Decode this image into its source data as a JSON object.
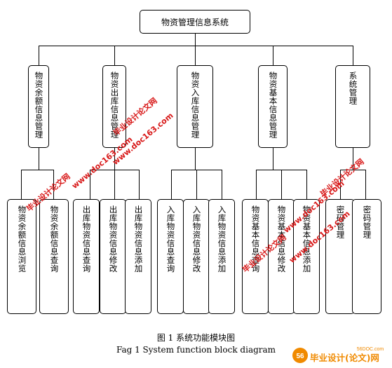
{
  "root": "物资管理信息系统",
  "modules": [
    {
      "label": "物资余额信息管理",
      "children": [
        "物资余额信息浏览",
        "物资余额信息查询"
      ]
    },
    {
      "label": "物资出库信息管理",
      "children": [
        "出库物资信息查询",
        "出库物资信息修改",
        "出库物资信息添加"
      ]
    },
    {
      "label": "物资入库信息管理",
      "children": [
        "入库物资信息查询",
        "入库物资信息修改",
        "入库物资信息添加"
      ]
    },
    {
      "label": "物资基本信息管理",
      "children": [
        "物资基本信息查询",
        "物资基本信息修改",
        "物资基本信息添加"
      ]
    },
    {
      "label": "系统管理",
      "children": [
        "密码管理",
        "密码管理"
      ]
    }
  ],
  "caption_cn": "图 1 系统功能模块图",
  "caption_en": "Fag 1 System function block diagram",
  "watermarks": {
    "w1": "毕业设计论文网",
    "w2": "www.doc163.com",
    "w3": "毕业设计论文网",
    "w4": "www.doc163.com",
    "w5": "毕业设计论文网",
    "w6": "www.doc163.com",
    "w7": "毕业设计论文网",
    "w8": "www.doc163.com"
  },
  "logo": {
    "site": "56DOC.com",
    "text": "毕业设计(论文)网",
    "badge": "56"
  },
  "colors": {
    "line": "#000000",
    "watermark": "#d81818",
    "logo_orange": "#f08a00"
  }
}
